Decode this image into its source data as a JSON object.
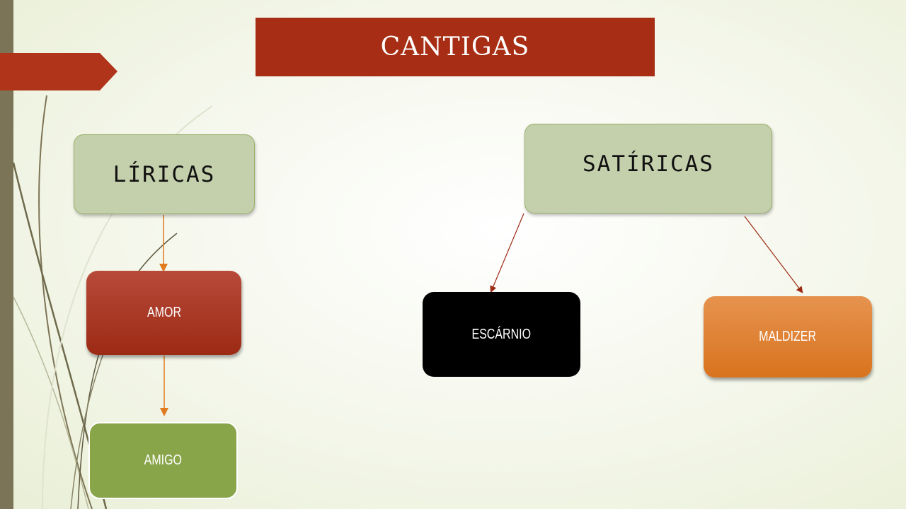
{
  "title": "CANTIGAS",
  "nodes": {
    "liricas": "LÍRICAS",
    "satiricas": "SATÍRICAS",
    "amor": "AMOR",
    "amigo": "AMIGO",
    "escarnio": "ESCÁRNIO",
    "maldizer": "MALDIZER"
  },
  "edges": [
    {
      "from": "LÍRICAS",
      "to": "AMOR"
    },
    {
      "from": "AMOR",
      "to": "AMIGO"
    },
    {
      "from": "SATÍRICAS",
      "to": "ESCÁRNIO"
    },
    {
      "from": "SATÍRICAS",
      "to": "MALDIZER"
    }
  ],
  "colors": {
    "accent_red": "#a72e14",
    "head_fill": "#c4cfab",
    "amor_fill": "#9c2a14",
    "amigo_fill": "#89a54a",
    "escarnio_fill": "#000000",
    "maldizer_fill": "#d8731e",
    "orange_connector": "#e07b20",
    "red_connector": "#9c2a14"
  }
}
